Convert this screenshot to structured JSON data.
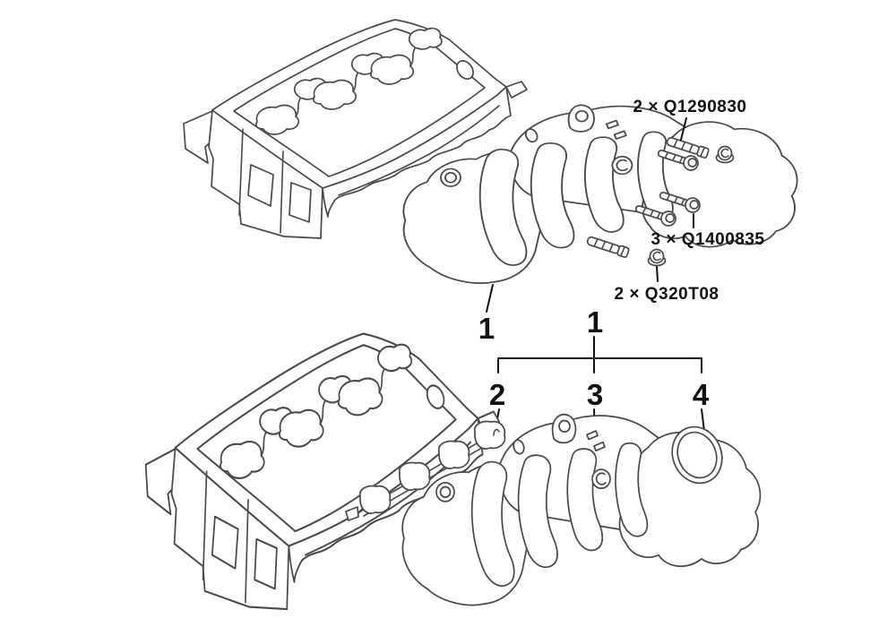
{
  "diagram": {
    "background": "#ffffff",
    "line_color": "#4a4a4a",
    "label_color": "#111111",
    "callouts": [
      {
        "part": "stud-bolt",
        "label": "2 × Q1290830"
      },
      {
        "part": "flange-bolt",
        "label": "3 × Q1400835"
      },
      {
        "part": "flange-nut",
        "label": "2 × Q320T08"
      }
    ],
    "part_labels": [
      {
        "part": "intake-manifold-upper-view",
        "number": "1"
      },
      {
        "part": "intake-manifold-assembly",
        "number": "1"
      },
      {
        "part": "manifold-gasket",
        "number": "2"
      },
      {
        "part": "intake-manifold",
        "number": "3"
      },
      {
        "part": "seal-ring",
        "number": "4"
      }
    ]
  }
}
